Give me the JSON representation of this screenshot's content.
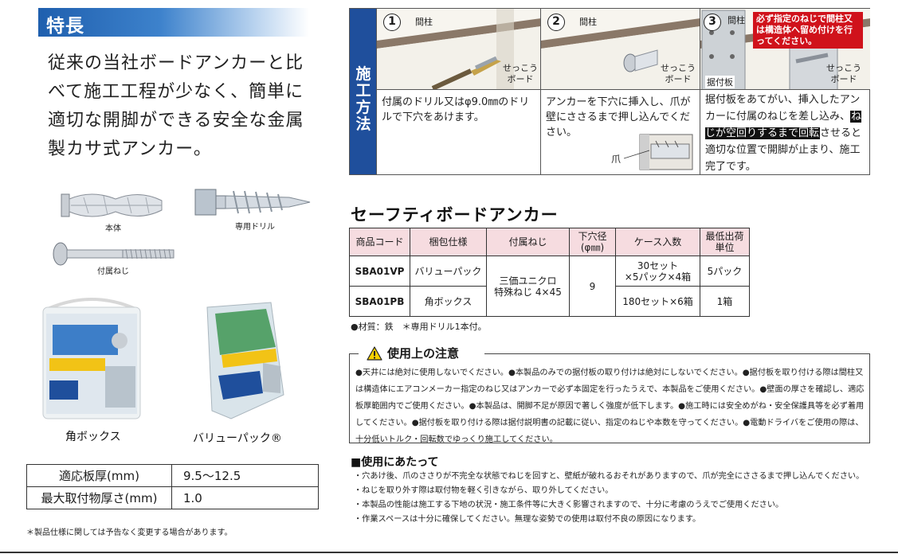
{
  "features": {
    "heading": "特長",
    "body": "従来の当社ボードアンカーと比べて施工工程が少なく、簡単に適切な開脚ができる安全な金属製カサ式アンカー。"
  },
  "product_images": {
    "body_label": "本体",
    "drill_label": "専用ドリル",
    "screw_label": "付属ねじ",
    "box_label": "角ボックス",
    "value_pack_label": "バリューパック®"
  },
  "spec_table": [
    {
      "key": "適応板厚(mm)",
      "value": "9.5〜12.5"
    },
    {
      "key": "最大取付物厚さ(mm)",
      "value": "1.0"
    }
  ],
  "footnote": "＊製品仕様に関しては予告なく変更する場合があります。",
  "method": {
    "side_label": "施工方法",
    "steps": [
      {
        "number": "1",
        "label_stud": "間柱",
        "label_board": "せっこう\nボード",
        "desc": "付属のドリル又はφ9.0㎜のドリルで下穴をあけます。"
      },
      {
        "number": "2",
        "label_stud": "間柱",
        "label_board": "せっこう\nボード",
        "label_claw": "爪",
        "desc": "アンカーを下穴に挿入し、爪が壁にささるまで押し込んでください。"
      },
      {
        "number": "3",
        "label_stud": "間柱",
        "label_bracket": "据付板",
        "label_board": "せっこう\nボード",
        "warning": "必ず指定のねじで間柱又は構造体へ留め付けを行ってください。",
        "desc_a": "据付板をあてがい、挿入したアンカーに付属のねじを差し込み、",
        "desc_hl": "ねじが空回りするまで回転",
        "desc_b": "させると適切な位置で開脚が止まり、施工完了です。"
      }
    ]
  },
  "product_table": {
    "title": "セーフティボードアンカー",
    "headers": [
      "商品コード",
      "梱包仕様",
      "付属ねじ",
      "下穴径\n(φ㎜)",
      "ケース入数",
      "最低出荷\n単位"
    ],
    "rows": [
      {
        "code": "SBA01VP",
        "packing": "バリューパック",
        "case": "30セット\n×5パック×4箱",
        "min": "5パック"
      },
      {
        "code": "SBA01PB",
        "packing": "角ボックス",
        "case": "180セット×6箱",
        "min": "1箱"
      }
    ],
    "screw": "三価ユニクロ\n特殊ねじ 4×45",
    "hole": "9",
    "note": "●材質：鉄　＊専用ドリル1本付。"
  },
  "caution": {
    "title": "使用上の注意",
    "text": "●天井には絶対に使用しないでください。●本製品のみでの据付板の取り付けは絶対にしないでください。●据付板を取り付ける際は間柱又は構造体にエアコンメーカー指定のねじ又はアンカーで必ず本固定を行ったうえで、本製品をご使用ください。●壁面の厚さを確認し、適応板厚範囲内でご使用ください。●本製品は、開脚不足が原因で著しく強度が低下します。●施工時には安全めがね・安全保護具等を必ず着用してください。●据付板を取り付ける際は据付説明書の記載に従い、指定のねじや本数を守ってください。●電動ドライバをご使用の際は、十分低いトルク・回転数でゆっくり施工してください。"
  },
  "usage": {
    "title": "■使用にあたって",
    "items": [
      "・穴あけ後、爪のささりが不完全な状態でねじを回すと、壁紙が破れるおそれがありますので、爪が完全にささるまで押し込んでください。",
      "・ねじを取り外す際は取付物を軽く引きながら、取り外してください。",
      "・本製品の性能は施工する下地の状況・施工条件等に大きく影響されますので、十分に考慮のうえでご使用ください。",
      "・作業スペースは十分に確保してください。無理な姿勢での使用は取付不良の原因になります。"
    ]
  },
  "colors": {
    "accent_blue": "#1f4f9c",
    "warning_red": "#d0121b",
    "table_header": "#f6dce0"
  }
}
